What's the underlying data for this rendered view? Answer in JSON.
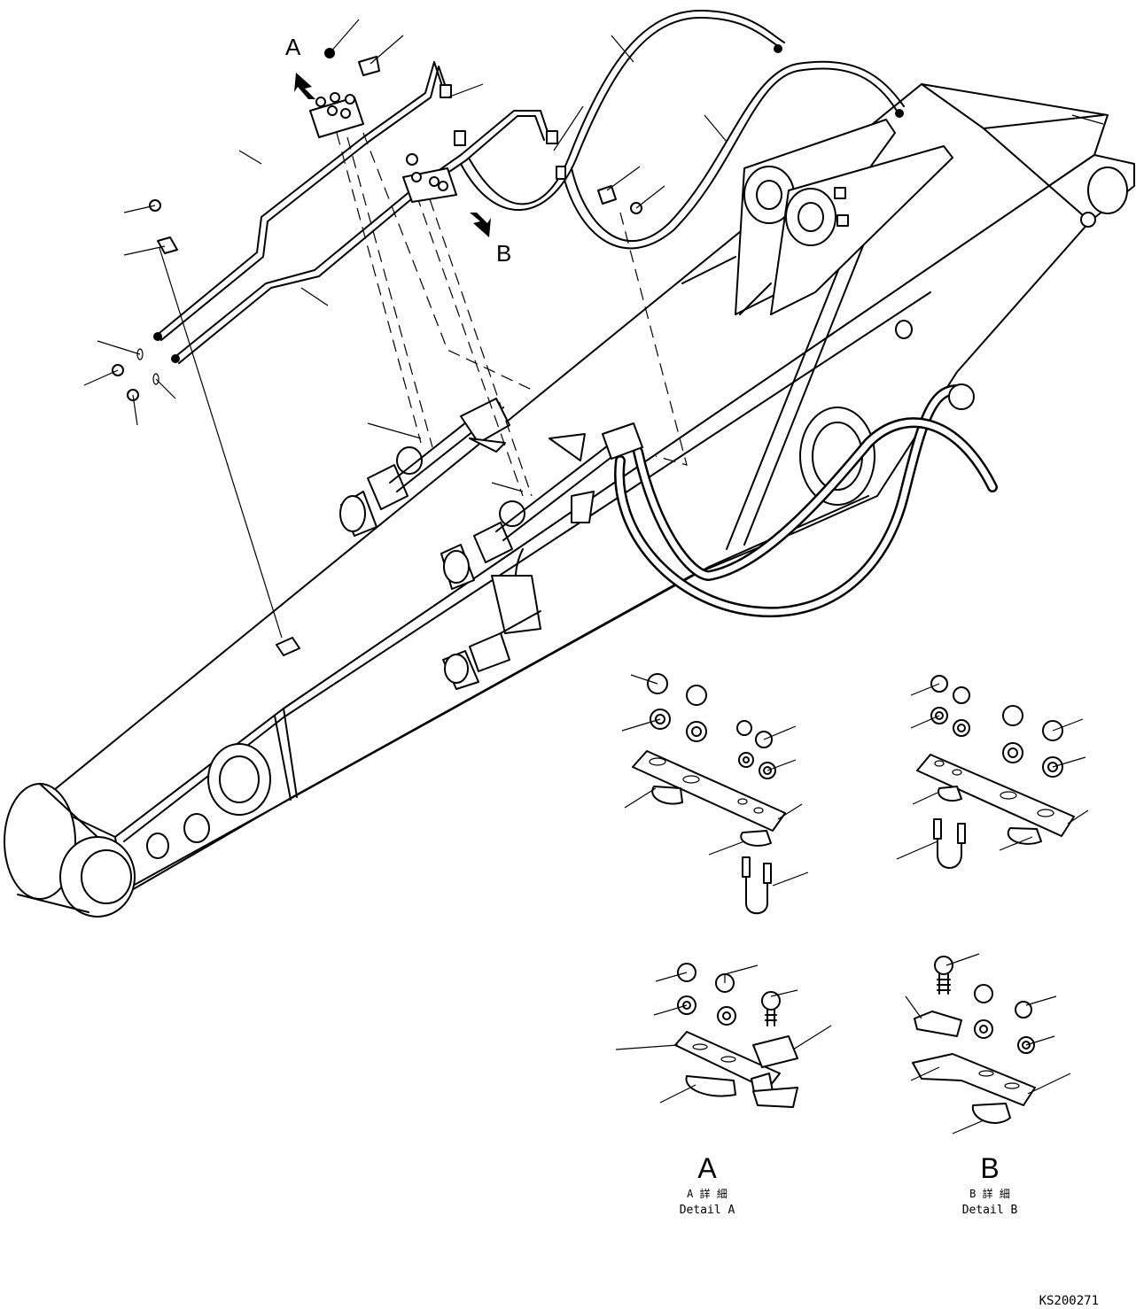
{
  "view_labels": {
    "arrow_a": "A",
    "arrow_b": "B"
  },
  "detail_a": {
    "letter": "A",
    "jp": "A 詳 細",
    "en": "Detail A"
  },
  "detail_b": {
    "letter": "B",
    "jp": "B 詳 細",
    "en": "Detail B"
  },
  "drawing_code": "KS200271",
  "colors": {
    "ink": "#000000",
    "paper": "#ffffff"
  }
}
